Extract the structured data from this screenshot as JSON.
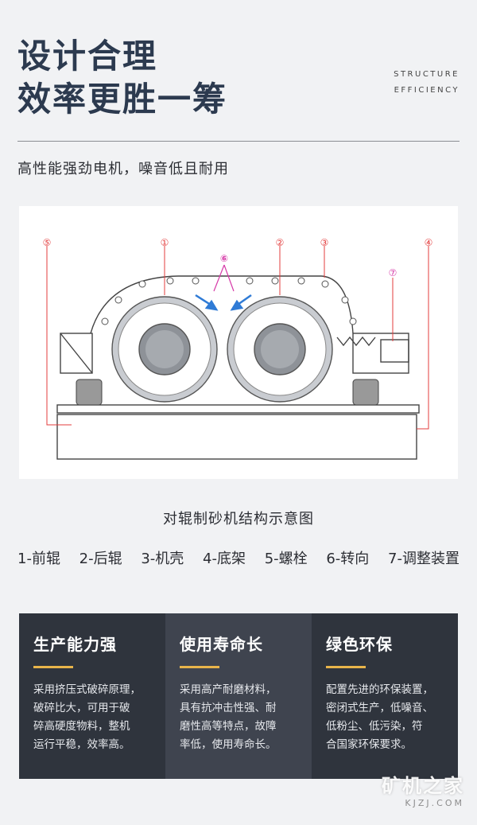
{
  "header": {
    "title_line1": "设计合理",
    "title_line2": "效率更胜一筹",
    "en_line1": "STRUCTURE",
    "en_line2": "EFFICIENCY"
  },
  "subtitle": "高性能强劲电机，噪音低且耐用",
  "diagram": {
    "callouts": [
      "⑤",
      "①",
      "⑥",
      "②",
      "③",
      "⑦",
      "④"
    ],
    "accent_color": "#e33d3d",
    "arrow_color": "#2f7bd6",
    "callout_color": "#d63aa8"
  },
  "caption": "对辊制砂机结构示意图",
  "parts": [
    "1-前辊",
    "2-后辊",
    "3-机壳",
    "4-底架",
    "5-螺栓",
    "6-转向",
    "7-调整装置"
  ],
  "cards": [
    {
      "title": "生产能力强",
      "lines": [
        "采用挤压式破碎原理，",
        "破碎比大，可用于破",
        "碎高硬度物料，整机",
        "运行平稳，效率高。"
      ]
    },
    {
      "title": "使用寿命长",
      "lines": [
        "采用高产耐磨材料，",
        "具有抗冲击性强、耐",
        "磨性高等特点，故障",
        "率低，使用寿命长。"
      ]
    },
    {
      "title": "绿色环保",
      "lines": [
        "配置先进的环保装置，",
        "密闭式生产，低噪音、",
        "低粉尘、低污染，符",
        "合国家环保要求。"
      ]
    }
  ],
  "watermark": {
    "cn": "矿机之家",
    "en": "KJZJ.COM"
  }
}
